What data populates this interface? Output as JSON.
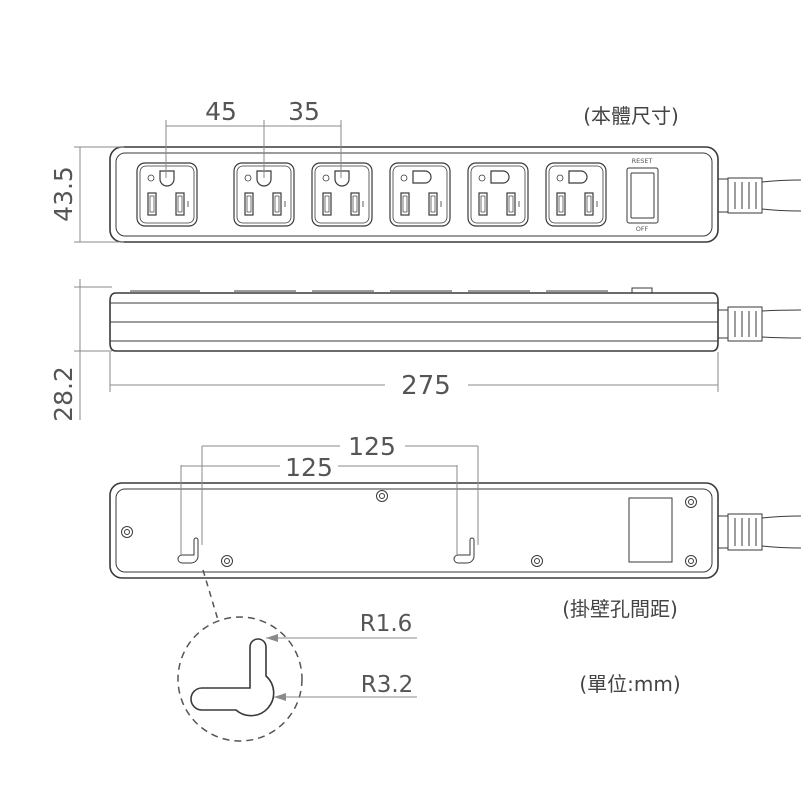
{
  "dimensions": {
    "outlet_spacing_1": "45",
    "outlet_spacing_2": "35",
    "body_height": "43.5",
    "body_depth": "28.2",
    "body_length": "275",
    "hole_spacing_upper": "125",
    "hole_spacing_lower": "125",
    "radius_small": "R1.6",
    "radius_large": "R3.2"
  },
  "labels": {
    "body_size": "(本體尺寸)",
    "hole_spacing": "(掛壁孔間距)",
    "unit": "(單位:mm)",
    "switch_top": "RESET",
    "switch_bottom": "OFF"
  },
  "outlets": [
    {
      "ground_style": "round"
    },
    {
      "ground_style": "round"
    },
    {
      "ground_style": "round"
    },
    {
      "ground_style": "d-shape"
    },
    {
      "ground_style": "d-shape"
    },
    {
      "ground_style": "d-shape"
    }
  ],
  "colors": {
    "line": "#3a3a3a",
    "dimension": "#8a8a8a",
    "text": "#555555"
  }
}
